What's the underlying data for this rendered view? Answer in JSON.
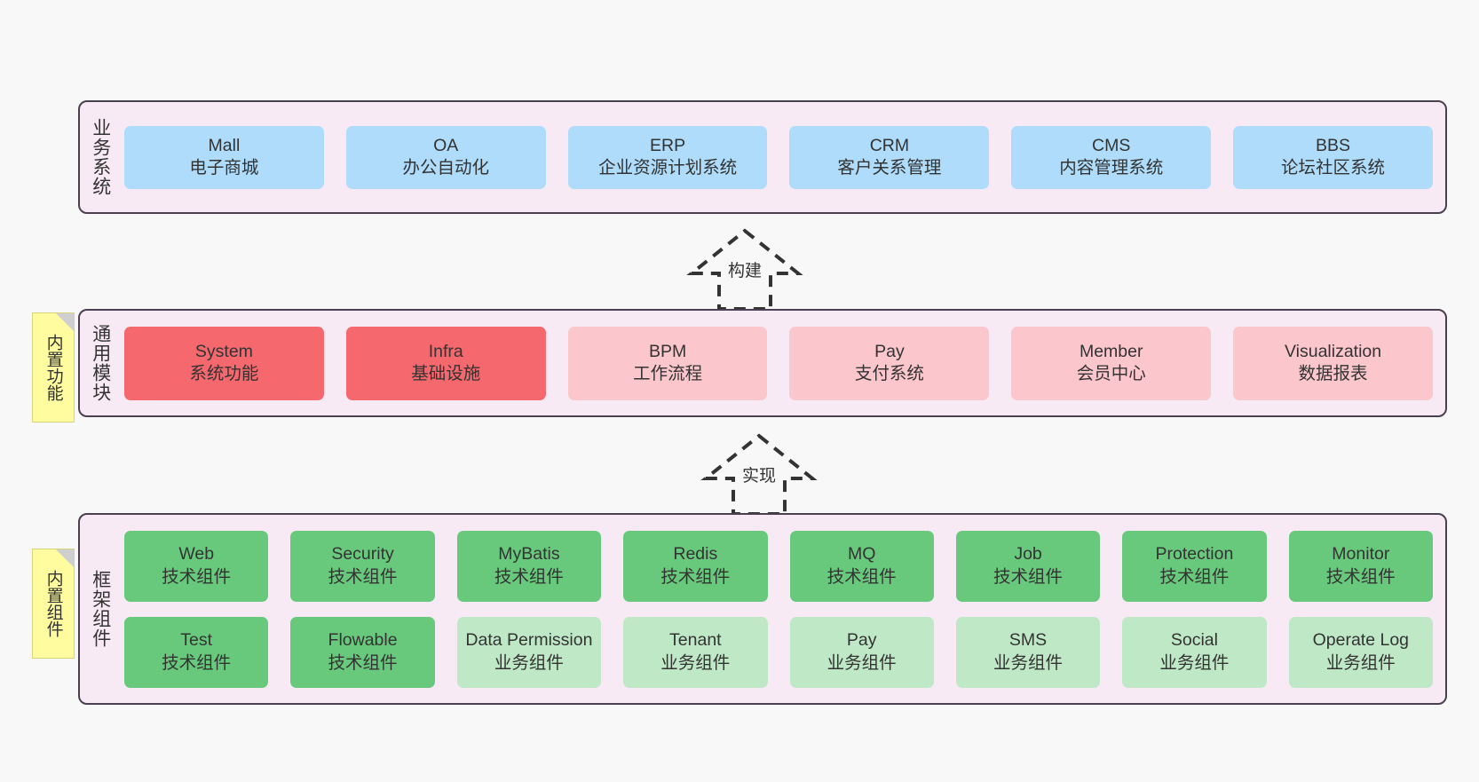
{
  "diagram": {
    "background": "#F8F8F8",
    "panel_bg": "#F7EAF5",
    "panel_border": "#4A4050",
    "note_bg": "#FFFCA0"
  },
  "notes": [
    {
      "id": "function",
      "label": "内置功能"
    },
    {
      "id": "component",
      "label": "内置组件"
    }
  ],
  "connectors": [
    {
      "id": "build",
      "label": "构建",
      "style": "dashed-generalization-up"
    },
    {
      "id": "impl",
      "label": "实现",
      "style": "dashed-generalization-up"
    }
  ],
  "layers": [
    {
      "id": "business",
      "title": "业务系统",
      "rows": [
        {
          "cards": [
            {
              "name": "Mall",
              "desc": "电子商城",
              "color": "#AEDCFA",
              "variant": "blue"
            },
            {
              "name": "OA",
              "desc": "办公自动化",
              "color": "#AEDCFA",
              "variant": "blue"
            },
            {
              "name": "ERP",
              "desc": "企业资源计划系统",
              "color": "#AEDCFA",
              "variant": "blue"
            },
            {
              "name": "CRM",
              "desc": "客户关系管理",
              "color": "#AEDCFA",
              "variant": "blue"
            },
            {
              "name": "CMS",
              "desc": "内容管理系统",
              "color": "#AEDCFA",
              "variant": "blue"
            },
            {
              "name": "BBS",
              "desc": "论坛社区系统",
              "color": "#AEDCFA",
              "variant": "blue"
            }
          ]
        }
      ]
    },
    {
      "id": "common",
      "title": "通用模块",
      "rows": [
        {
          "cards": [
            {
              "name": "System",
              "desc": "系统功能",
              "color": "#F4686E",
              "variant": "red"
            },
            {
              "name": "Infra",
              "desc": "基础设施",
              "color": "#F4686E",
              "variant": "red"
            },
            {
              "name": "BPM",
              "desc": "工作流程",
              "color": "#FBC6CC",
              "variant": "pink"
            },
            {
              "name": "Pay",
              "desc": "支付系统",
              "color": "#FBC6CC",
              "variant": "pink"
            },
            {
              "name": "Member",
              "desc": "会员中心",
              "color": "#FBC6CC",
              "variant": "pink"
            },
            {
              "name": "Visualization",
              "desc": "数据报表",
              "color": "#FBC6CC",
              "variant": "pink"
            }
          ]
        }
      ]
    },
    {
      "id": "framework",
      "title": "框架组件",
      "rows": [
        {
          "cards": [
            {
              "name": "Web",
              "desc": "技术组件",
              "color": "#68C97C",
              "variant": "green"
            },
            {
              "name": "Security",
              "desc": "技术组件",
              "color": "#68C97C",
              "variant": "green"
            },
            {
              "name": "MyBatis",
              "desc": "技术组件",
              "color": "#68C97C",
              "variant": "green"
            },
            {
              "name": "Redis",
              "desc": "技术组件",
              "color": "#68C97C",
              "variant": "green"
            },
            {
              "name": "MQ",
              "desc": "技术组件",
              "color": "#68C97C",
              "variant": "green"
            },
            {
              "name": "Job",
              "desc": "技术组件",
              "color": "#68C97C",
              "variant": "green"
            },
            {
              "name": "Protection",
              "desc": "技术组件",
              "color": "#68C97C",
              "variant": "green"
            },
            {
              "name": "Monitor",
              "desc": "技术组件",
              "color": "#68C97C",
              "variant": "green"
            }
          ]
        },
        {
          "cards": [
            {
              "name": "Test",
              "desc": "技术组件",
              "color": "#68C97C",
              "variant": "green"
            },
            {
              "name": "Flowable",
              "desc": "技术组件",
              "color": "#68C97C",
              "variant": "green"
            },
            {
              "name": "Data Permission",
              "desc": "业务组件",
              "color": "#BFE8C6",
              "variant": "greenlight"
            },
            {
              "name": "Tenant",
              "desc": "业务组件",
              "color": "#BFE8C6",
              "variant": "greenlight"
            },
            {
              "name": "Pay",
              "desc": "业务组件",
              "color": "#BFE8C6",
              "variant": "greenlight"
            },
            {
              "name": "SMS",
              "desc": "业务组件",
              "color": "#BFE8C6",
              "variant": "greenlight"
            },
            {
              "name": "Social",
              "desc": "业务组件",
              "color": "#BFE8C6",
              "variant": "greenlight"
            },
            {
              "name": "Operate Log",
              "desc": "业务组件",
              "color": "#BFE8C6",
              "variant": "greenlight"
            }
          ]
        }
      ]
    }
  ]
}
